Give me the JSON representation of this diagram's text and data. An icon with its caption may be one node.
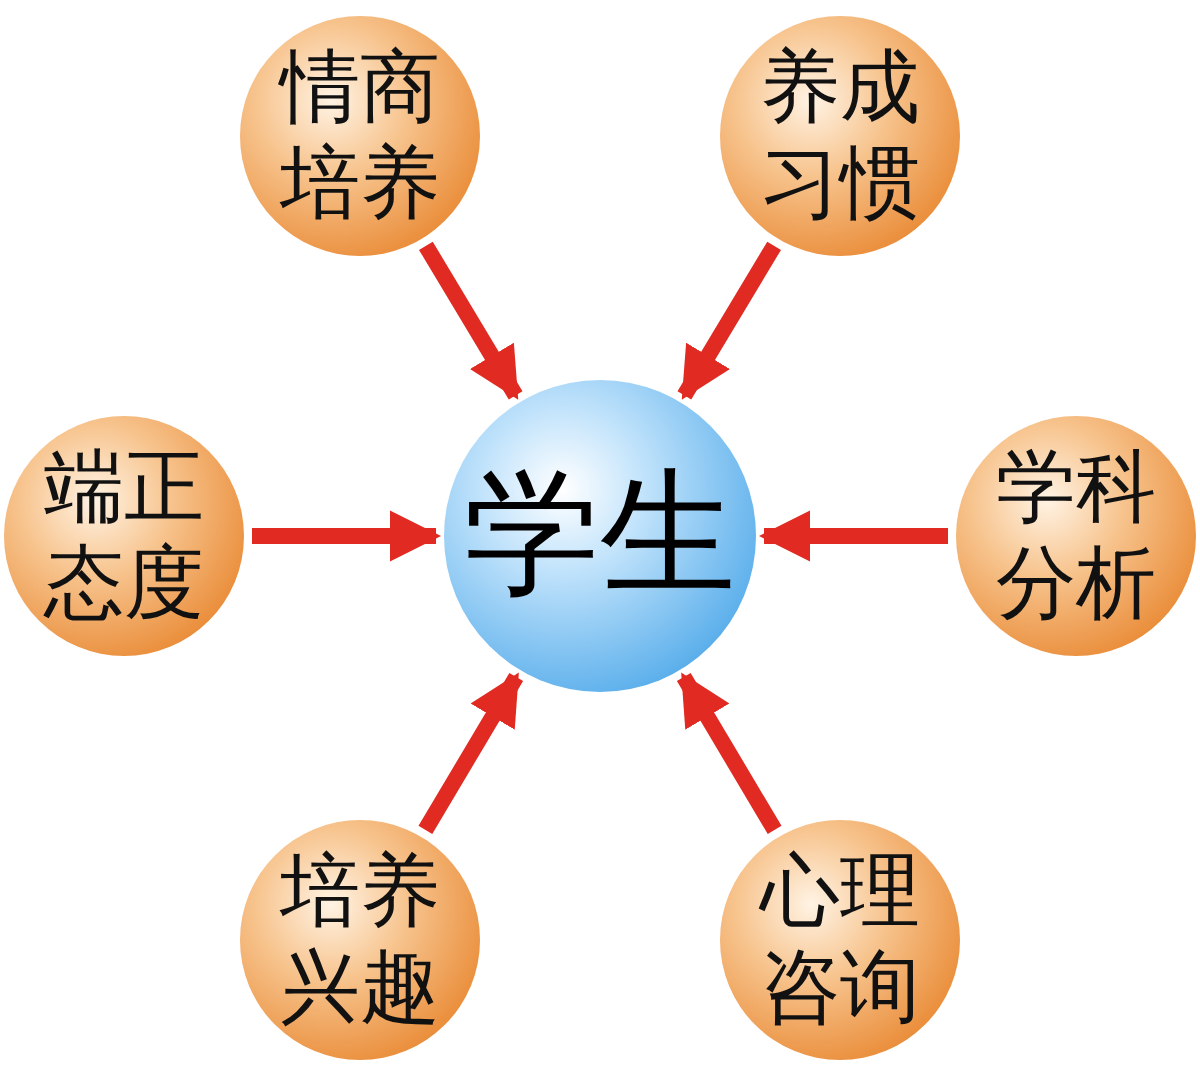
{
  "diagram": {
    "nodes": [
      {
        "text": [
          "情商培养"
        ]
      },
      {
        "text": [
          "养成习惯"
        ]
      },
      {
        "text": [
          "端正态度"
        ]
      },
      {
        "text": [
          "学生"
        ]
      },
      {
        "text": [
          "学科分析"
        ]
      },
      {
        "text": [
          "培养兴趣"
        ]
      },
      {
        "text": [
          "心理咨询"
        ]
      }
    ],
    "edges": [
      {
        "from": 0,
        "to": 3,
        "arrow": "to"
      },
      {
        "from": 1,
        "to": 3,
        "arrow": "to"
      },
      {
        "from": 2,
        "to": 3,
        "arrow": "to"
      },
      {
        "from": 4,
        "to": 3,
        "arrow": "to"
      },
      {
        "from": 5,
        "to": 3,
        "arrow": "to"
      },
      {
        "from": 6,
        "to": 3,
        "arrow": "to"
      }
    ]
  }
}
